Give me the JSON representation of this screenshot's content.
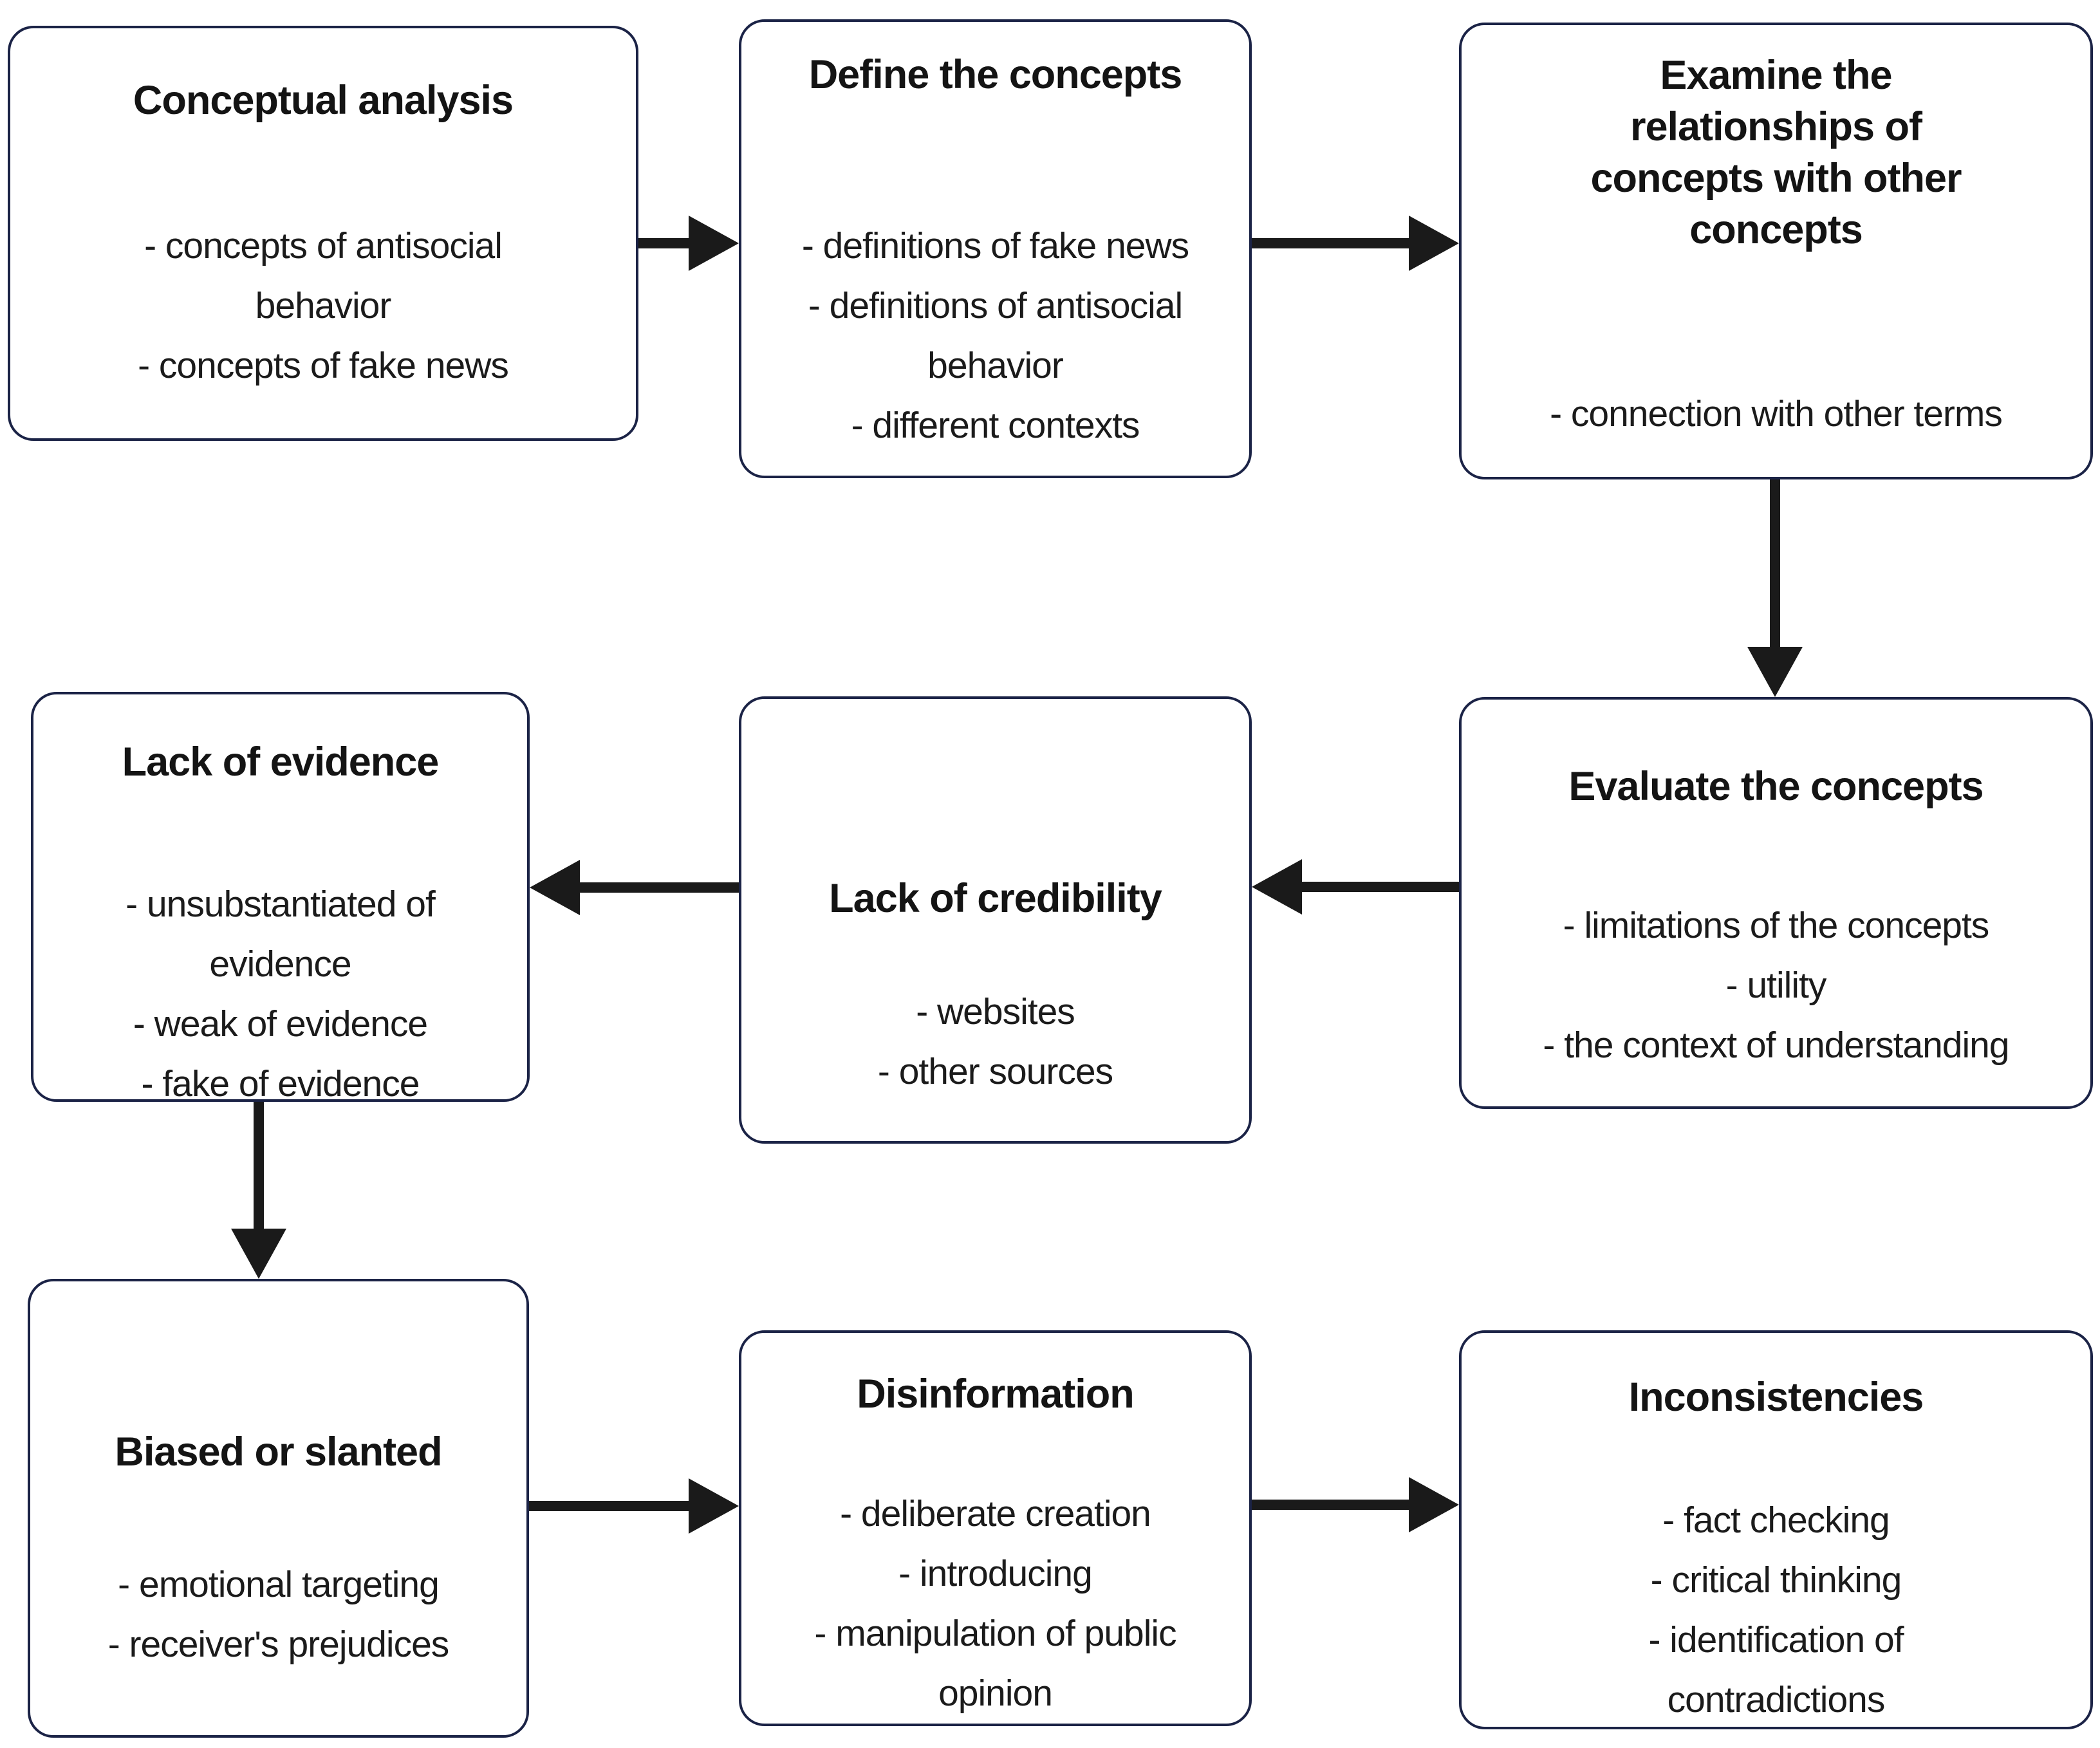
{
  "diagram": {
    "type": "flowchart",
    "background": "#ffffff",
    "colors": {
      "box_border": "#1b2346",
      "arrow": "#1a1a1a",
      "text": "#1b1b1b"
    },
    "boxes": [
      {
        "id": "conceptual-analysis",
        "title": "Conceptual analysis",
        "title_lines": [
          "Conceptual analysis"
        ],
        "bullets": [
          "concepts of antisocial behavior",
          "concepts of fake news"
        ],
        "bullet_lines": [
          "- concepts of antisocial",
          "behavior",
          "- concepts of fake news"
        ]
      },
      {
        "id": "define-the-concepts",
        "title": "Define the concepts",
        "title_lines": [
          "Define the concepts"
        ],
        "bullets": [
          "definitions of fake news",
          "definitions of antisocial behavior",
          "different contexts"
        ],
        "bullet_lines": [
          "- definitions of fake news",
          "- definitions of antisocial",
          "behavior",
          "- different contexts"
        ]
      },
      {
        "id": "examine-the-relationships",
        "title": "Examine the relationships of concepts with other concepts",
        "title_lines": [
          "Examine the",
          "relationships of",
          "concepts with other",
          "concepts"
        ],
        "bullets": [
          "connection with other terms"
        ],
        "bullet_lines": [
          "- connection with other terms"
        ]
      },
      {
        "id": "lack-of-evidence",
        "title": "Lack of evidence",
        "title_lines": [
          "Lack of evidence"
        ],
        "bullets": [
          "unsubstantiated of evidence",
          "weak of evidence",
          "fake of evidence"
        ],
        "bullet_lines": [
          "- unsubstantiated of",
          "evidence",
          "- weak of evidence",
          "- fake of evidence"
        ]
      },
      {
        "id": "lack-of-credibility",
        "title": "Lack of credibility",
        "title_lines": [
          "Lack of credibility"
        ],
        "bullets": [
          "websites",
          "other sources"
        ],
        "bullet_lines": [
          "- websites",
          "- other sources"
        ]
      },
      {
        "id": "evaluate-the-concepts",
        "title": "Evaluate the concepts",
        "title_lines": [
          "Evaluate the concepts"
        ],
        "bullets": [
          "limitations of the concepts",
          "utility",
          "the context of understanding"
        ],
        "bullet_lines": [
          "- limitations of the concepts",
          "- utility",
          "- the context of understanding"
        ]
      },
      {
        "id": "biased-or-slanted",
        "title": "Biased or slanted",
        "title_lines": [
          "Biased or slanted"
        ],
        "bullets": [
          "emotional targeting",
          "receiver's prejudices"
        ],
        "bullet_lines": [
          "- emotional targeting",
          "- receiver's prejudices"
        ]
      },
      {
        "id": "disinformation",
        "title": "Disinformation",
        "title_lines": [
          "Disinformation"
        ],
        "bullets": [
          "deliberate creation",
          "introducing",
          "manipulation of public opinion"
        ],
        "bullet_lines": [
          "- deliberate creation",
          "- introducing",
          "- manipulation of public",
          "opinion"
        ]
      },
      {
        "id": "inconsistencies",
        "title": "Inconsistencies",
        "title_lines": [
          "Inconsistencies"
        ],
        "bullets": [
          "fact checking",
          "critical thinking",
          "identification of contradictions"
        ],
        "bullet_lines": [
          "- fact checking",
          "- critical thinking",
          "- identification of",
          "contradictions"
        ]
      }
    ],
    "flow": [
      {
        "from": "conceptual-analysis",
        "to": "define-the-concepts",
        "direction": "right"
      },
      {
        "from": "define-the-concepts",
        "to": "examine-the-relationships",
        "direction": "right"
      },
      {
        "from": "examine-the-relationships",
        "to": "evaluate-the-concepts",
        "direction": "down"
      },
      {
        "from": "evaluate-the-concepts",
        "to": "lack-of-credibility",
        "direction": "left"
      },
      {
        "from": "lack-of-credibility",
        "to": "lack-of-evidence",
        "direction": "left"
      },
      {
        "from": "lack-of-evidence",
        "to": "biased-or-slanted",
        "direction": "down"
      },
      {
        "from": "biased-or-slanted",
        "to": "disinformation",
        "direction": "right"
      },
      {
        "from": "disinformation",
        "to": "inconsistencies",
        "direction": "right"
      }
    ]
  }
}
